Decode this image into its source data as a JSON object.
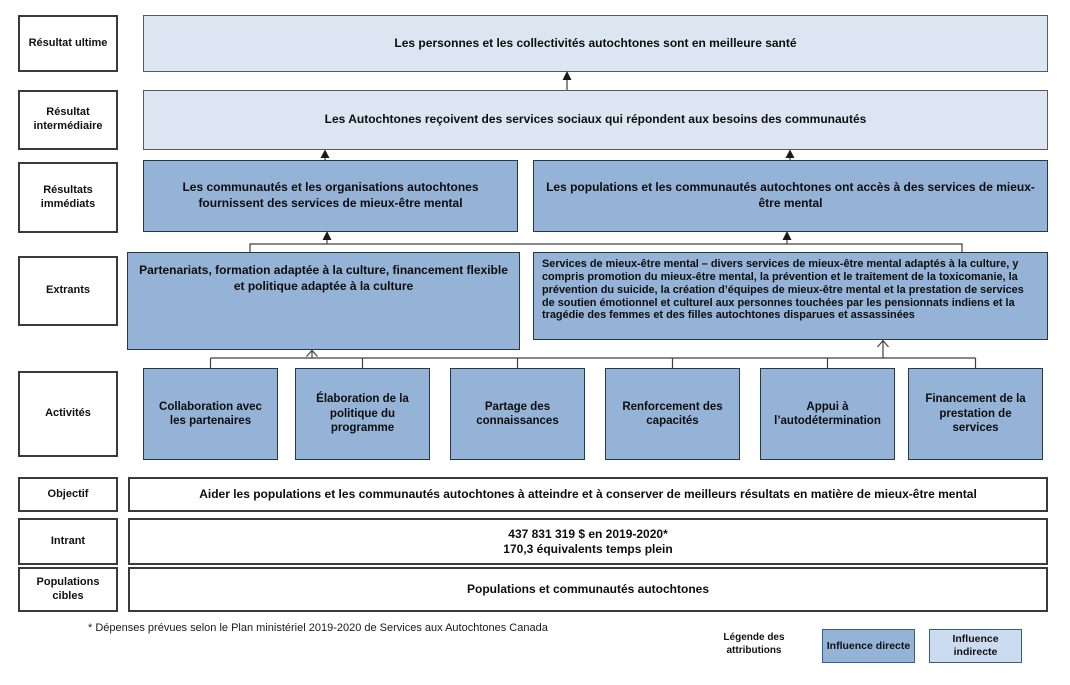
{
  "rows": [
    {
      "id": "resultat-ultime",
      "label": "Résultat ultime",
      "content": "Les personnes et les collectivités autochtones sont en meilleure santé"
    },
    {
      "id": "resultat-intermediaire",
      "label": "Résultat intermédiaire",
      "content": "Les Autochtones reçoivent des services sociaux qui répondent aux besoins des communautés"
    },
    {
      "id": "resultats-immediats",
      "label": "Résultats immédiats",
      "boxes": [
        "Les communautés et les organisations autochtones fournissent des services de mieux-être mental",
        "Les populations et les communautés autochtones ont accès à des services de mieux-être mental"
      ]
    },
    {
      "id": "extrants",
      "label": "Extrants",
      "boxes": [
        "Partenariats, formation adaptée à la culture, financement flexible et politique adaptée à la culture",
        "Services de mieux-être mental – divers services de mieux-être mental adaptés à la culture, y compris promotion du mieux-être mental, la prévention et le traitement de la toxicomanie, la prévention du suicide, la création d’équipes de mieux-être mental et la prestation de services de soutien émotionnel et culturel aux personnes touchées par les pensionnats indiens et la tragédie des femmes et des filles autochtones disparues et assassinées"
      ]
    },
    {
      "id": "activites",
      "label": "Activités",
      "boxes": [
        "Collaboration avec les partenaires",
        "Élaboration de la politique du programme",
        "Partage des connaissances",
        "Renforcement des capacités",
        "Appui à l’autodétermination",
        "Financement de la prestation de services"
      ]
    },
    {
      "id": "objectif",
      "label": "Objectif",
      "content": "Aider les populations et les communautés autochtones à atteindre et à conserver de meilleurs résultats en matière de mieux-être mental"
    },
    {
      "id": "intrant",
      "label": "Intrant",
      "lines": [
        "437 831 319 $ en 2019-2020*",
        "170,3 équivalents temps plein"
      ]
    },
    {
      "id": "populations-cibles",
      "label": "Populations cibles",
      "content": "Populations et communautés autochtones"
    }
  ],
  "footnote": "* Dépenses prévues selon le Plan ministériel 2019-2020 de Services aux Autochtones Canada",
  "legend": {
    "title": "Légende des attributions",
    "items": [
      {
        "label": "Influence directe",
        "color": "#95B3D7"
      },
      {
        "label": "Influence indirecte",
        "color": "#CBDCF1"
      }
    ]
  },
  "colors": {
    "direct_influence": "#95B3D7",
    "indirect_influence": "#DCE6F2",
    "dark_border": "#24394E",
    "light_border": "#595959"
  }
}
